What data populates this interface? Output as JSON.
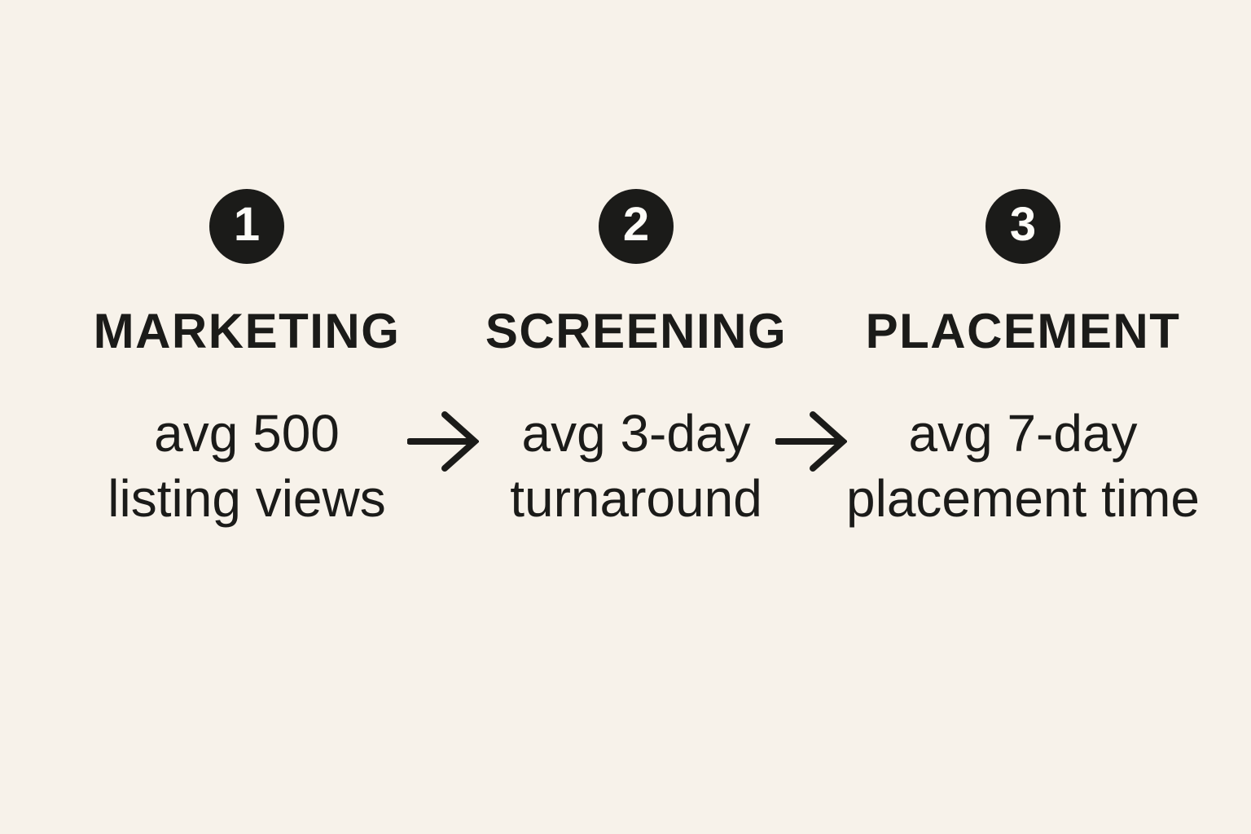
{
  "diagram": {
    "background_color": "#f7f2ea",
    "ink_color": "#1b1b19",
    "steps": [
      {
        "number": "1",
        "title": "MARKETING",
        "description_line1": "avg 500",
        "description_line2": "listing views"
      },
      {
        "number": "2",
        "title": "SCREENING",
        "description_line1": "avg 3-day",
        "description_line2": "turnaround"
      },
      {
        "number": "3",
        "title": "PLACEMENT",
        "description_line1": "avg 7-day",
        "description_line2": "placement time"
      }
    ],
    "arrows": [
      {
        "name": "arrow-marketing-to-screening"
      },
      {
        "name": "arrow-screening-to-placement"
      }
    ]
  }
}
